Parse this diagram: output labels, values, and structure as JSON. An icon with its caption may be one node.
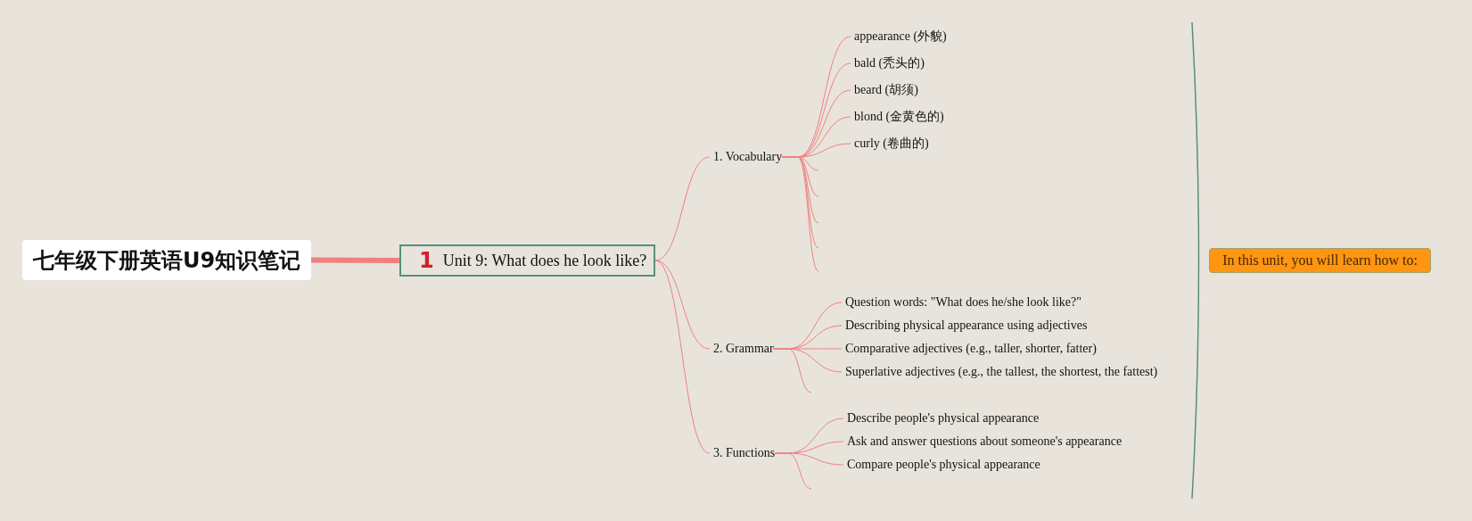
{
  "diagram": {
    "nodes": [
      {
        "text": [
          "七年级下册英语U9知识笔记"
        ]
      },
      {
        "text": [
          "1",
          "Unit 9: What does he look like?"
        ]
      },
      {
        "text": [
          "1. Vocabulary"
        ]
      },
      {
        "text": [
          "appearance (外貌)"
        ]
      },
      {
        "text": [
          "bald (秃头的)"
        ]
      },
      {
        "text": [
          "beard (胡须)"
        ]
      },
      {
        "text": [
          "blond (金黄色的)"
        ]
      },
      {
        "text": [
          "curly (卷曲的)"
        ]
      },
      {
        "text": [
          "2. Grammar"
        ]
      },
      {
        "text": [
          "Question words: \"What does he/she look like?\""
        ]
      },
      {
        "text": [
          "Describing physical appearance using adjectives"
        ]
      },
      {
        "text": [
          "Comparative adjectives (e.g., taller, shorter, fatter)"
        ]
      },
      {
        "text": [
          "Superlative adjectives (e.g., the tallest, the shortest, the fattest)"
        ]
      },
      {
        "text": [
          "3. Functions"
        ]
      },
      {
        "text": [
          "Describe people's physical appearance"
        ]
      },
      {
        "text": [
          "Ask and answer questions about someone's appearance"
        ]
      },
      {
        "text": [
          "Compare people's physical appearance"
        ]
      },
      {
        "text": [
          "In this unit, you will learn how to:"
        ]
      }
    ],
    "edges": [
      {
        "from": 0,
        "to": 1,
        "arrow": "none",
        "style": "thick"
      },
      {
        "from": 1,
        "to": 2,
        "arrow": "none"
      },
      {
        "from": 1,
        "to": 8,
        "arrow": "none"
      },
      {
        "from": 1,
        "to": 13,
        "arrow": "none"
      },
      {
        "from": 2,
        "to": 3,
        "arrow": "none"
      },
      {
        "from": 2,
        "to": 4,
        "arrow": "none"
      },
      {
        "from": 2,
        "to": 5,
        "arrow": "none"
      },
      {
        "from": 2,
        "to": 6,
        "arrow": "none"
      },
      {
        "from": 2,
        "to": 7,
        "arrow": "none"
      },
      {
        "from": 2,
        "to": null,
        "arrow": "none"
      },
      {
        "from": 2,
        "to": null,
        "arrow": "none"
      },
      {
        "from": 2,
        "to": null,
        "arrow": "none"
      },
      {
        "from": 2,
        "to": null,
        "arrow": "none"
      },
      {
        "from": 2,
        "to": null,
        "arrow": "none"
      },
      {
        "from": 8,
        "to": 9,
        "arrow": "none"
      },
      {
        "from": 8,
        "to": 10,
        "arrow": "none"
      },
      {
        "from": 8,
        "to": 11,
        "arrow": "none"
      },
      {
        "from": 8,
        "to": 12,
        "arrow": "none"
      },
      {
        "from": 8,
        "to": null,
        "arrow": "none"
      },
      {
        "from": 13,
        "to": 14,
        "arrow": "none"
      },
      {
        "from": 13,
        "to": 15,
        "arrow": "none"
      },
      {
        "from": 13,
        "to": 16,
        "arrow": "none"
      },
      {
        "from": 13,
        "to": null,
        "arrow": "none"
      }
    ]
  }
}
